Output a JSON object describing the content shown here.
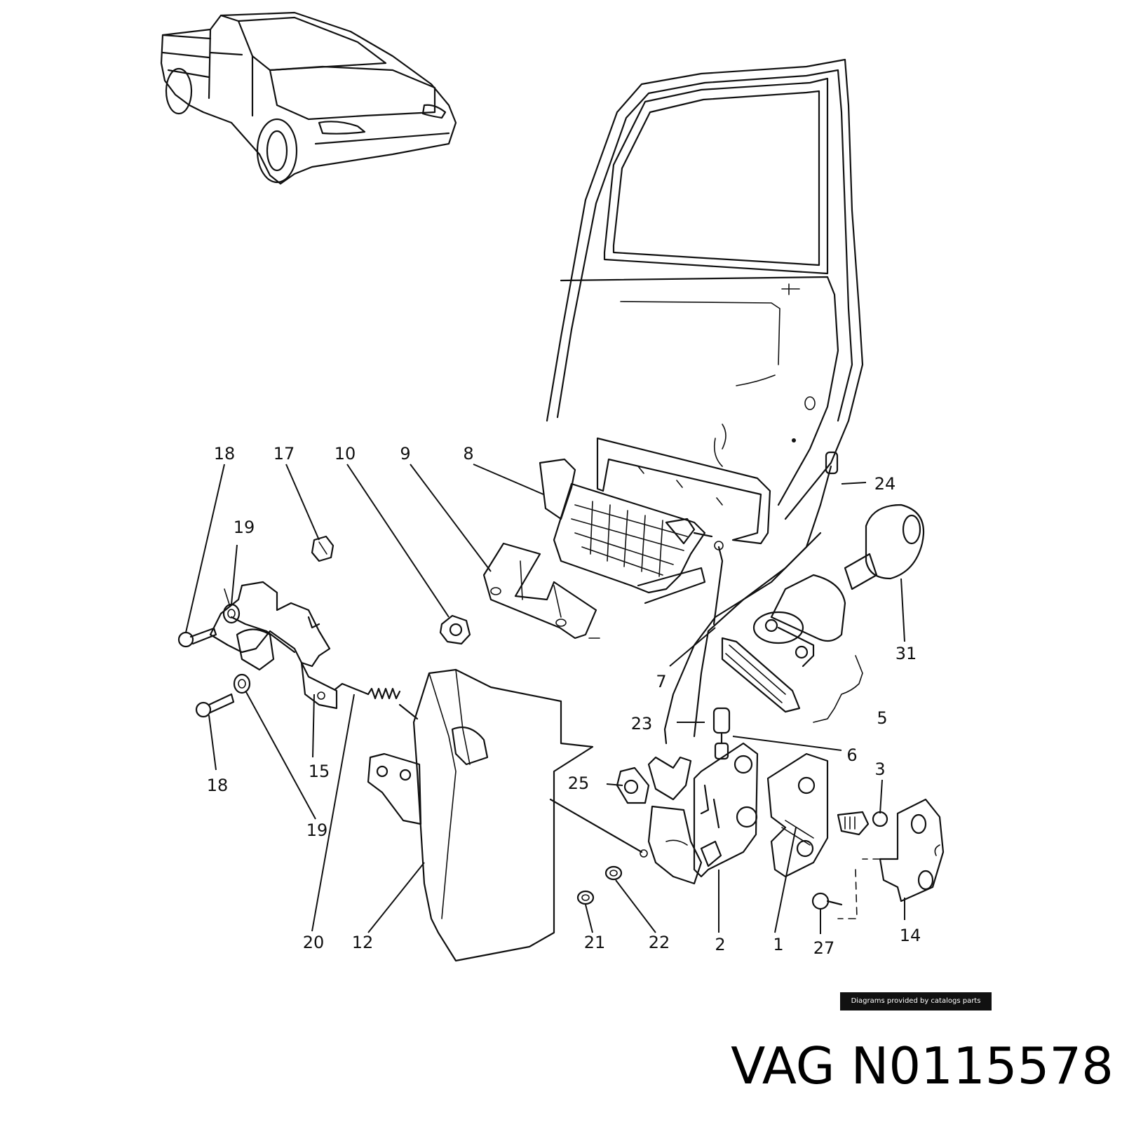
{
  "labels": {
    "l1": "1",
    "l2": "2",
    "l3": "3",
    "l5": "5",
    "l6": "6",
    "l7": "7",
    "l8": "8",
    "l9": "9",
    "l10": "10",
    "l12": "12",
    "l14": "14",
    "l15": "15",
    "l17": "17",
    "l18a": "18",
    "l18b": "18",
    "l19a": "19",
    "l19b": "19",
    "l20": "20",
    "l21": "21",
    "l22": "22",
    "l23": "23",
    "l24": "24",
    "l25": "25",
    "l27": "27",
    "l31": "31"
  },
  "credit": "Diagrams provided by catalogs parts",
  "part_number": "VAG N0115578"
}
